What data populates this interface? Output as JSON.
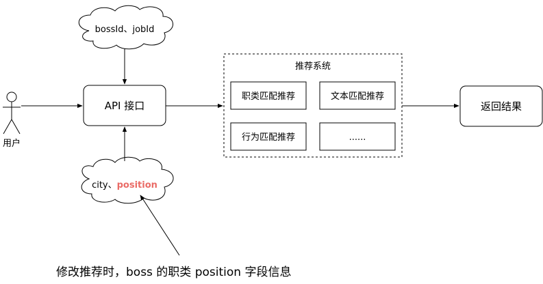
{
  "user": {
    "label": "用户"
  },
  "cloud_top": {
    "label": "bossId、jobId"
  },
  "cloud_bottom": {
    "label_prefix": "city、",
    "label_highlight": "position",
    "highlight_color": "#ea6b66"
  },
  "api": {
    "label": "API 接口"
  },
  "system": {
    "title": "推荐系统",
    "modules": [
      "职类匹配推荐",
      "文本匹配推荐",
      "行为匹配推荐",
      "......"
    ]
  },
  "result": {
    "label": "返回结果"
  },
  "note": {
    "text": "修改推荐时，boss 的职类 position 字段信息"
  }
}
